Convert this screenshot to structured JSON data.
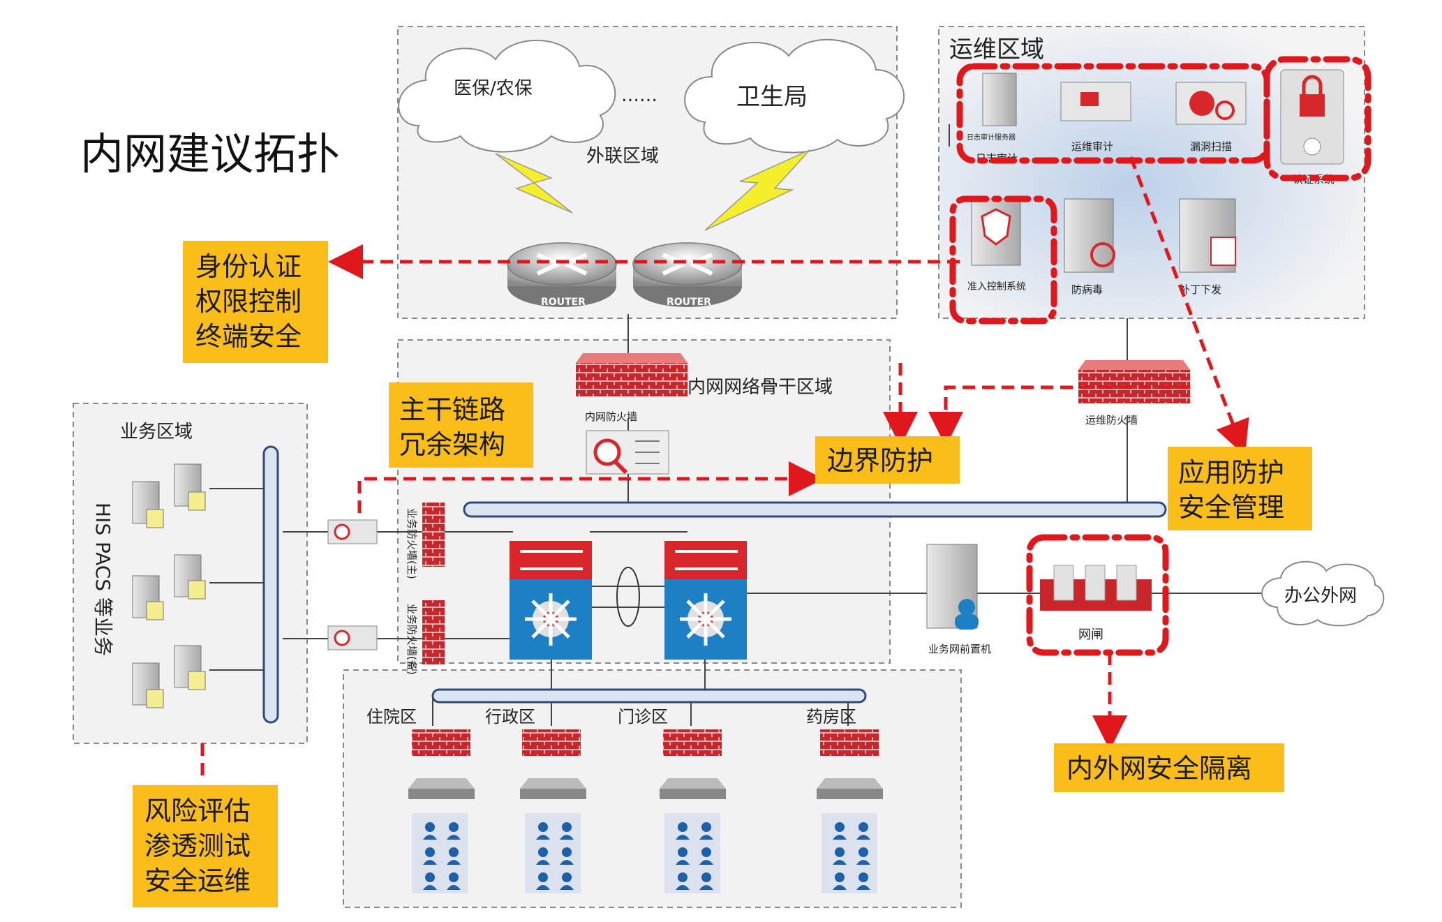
{
  "title": "内网建议拓扑",
  "zones": {
    "external": "外联区域",
    "backbone": "内网网络骨干区域",
    "business": "业务区域",
    "ops": "运维区域"
  },
  "clouds": {
    "medical_insurance": "医保/农保",
    "ellipsis": "……",
    "health_bureau": "卫生局",
    "office_external": "办公外网"
  },
  "routers": {
    "router_1": "ROUTER",
    "router_2": "ROUTER"
  },
  "devices": {
    "internal_firewall": "内网防火墙",
    "ops_firewall": "运维防火墙",
    "biz_firewall_1": "业务防火墙(主)",
    "biz_firewall_2": "业务防火墙(备)",
    "gatekeeper": "网闸",
    "frontend_server": "业务网前置机",
    "log_audit": "日志审计",
    "log_audit_sub": "日志审计服务器",
    "ops_audit": "运维审计",
    "vuln_scan": "漏洞扫描",
    "auth_system": "认证系统",
    "access_control": "准入控制系统",
    "antivirus": "防病毒",
    "patch": "补丁下发"
  },
  "business_apps": "HIS PACS 等业务",
  "areas": [
    "住院区",
    "行政区",
    "门诊区",
    "药房区"
  ],
  "callouts": {
    "identity": [
      "身份认证",
      "权限控制",
      "终端安全"
    ],
    "backbone_redundancy": [
      "主干链路",
      "冗余架构"
    ],
    "boundary": [
      "边界防护"
    ],
    "app_protection": [
      "应用防护",
      "安全管理"
    ],
    "isolation": [
      "内外网安全隔离"
    ],
    "risk": [
      "风险评估",
      "渗透测试",
      "安全运维"
    ]
  },
  "colors": {
    "callout_bg": "#fbbd1a",
    "alert_red": "#e0171b",
    "switch_red": "#d9262b",
    "switch_blue": "#1d7fc4"
  }
}
